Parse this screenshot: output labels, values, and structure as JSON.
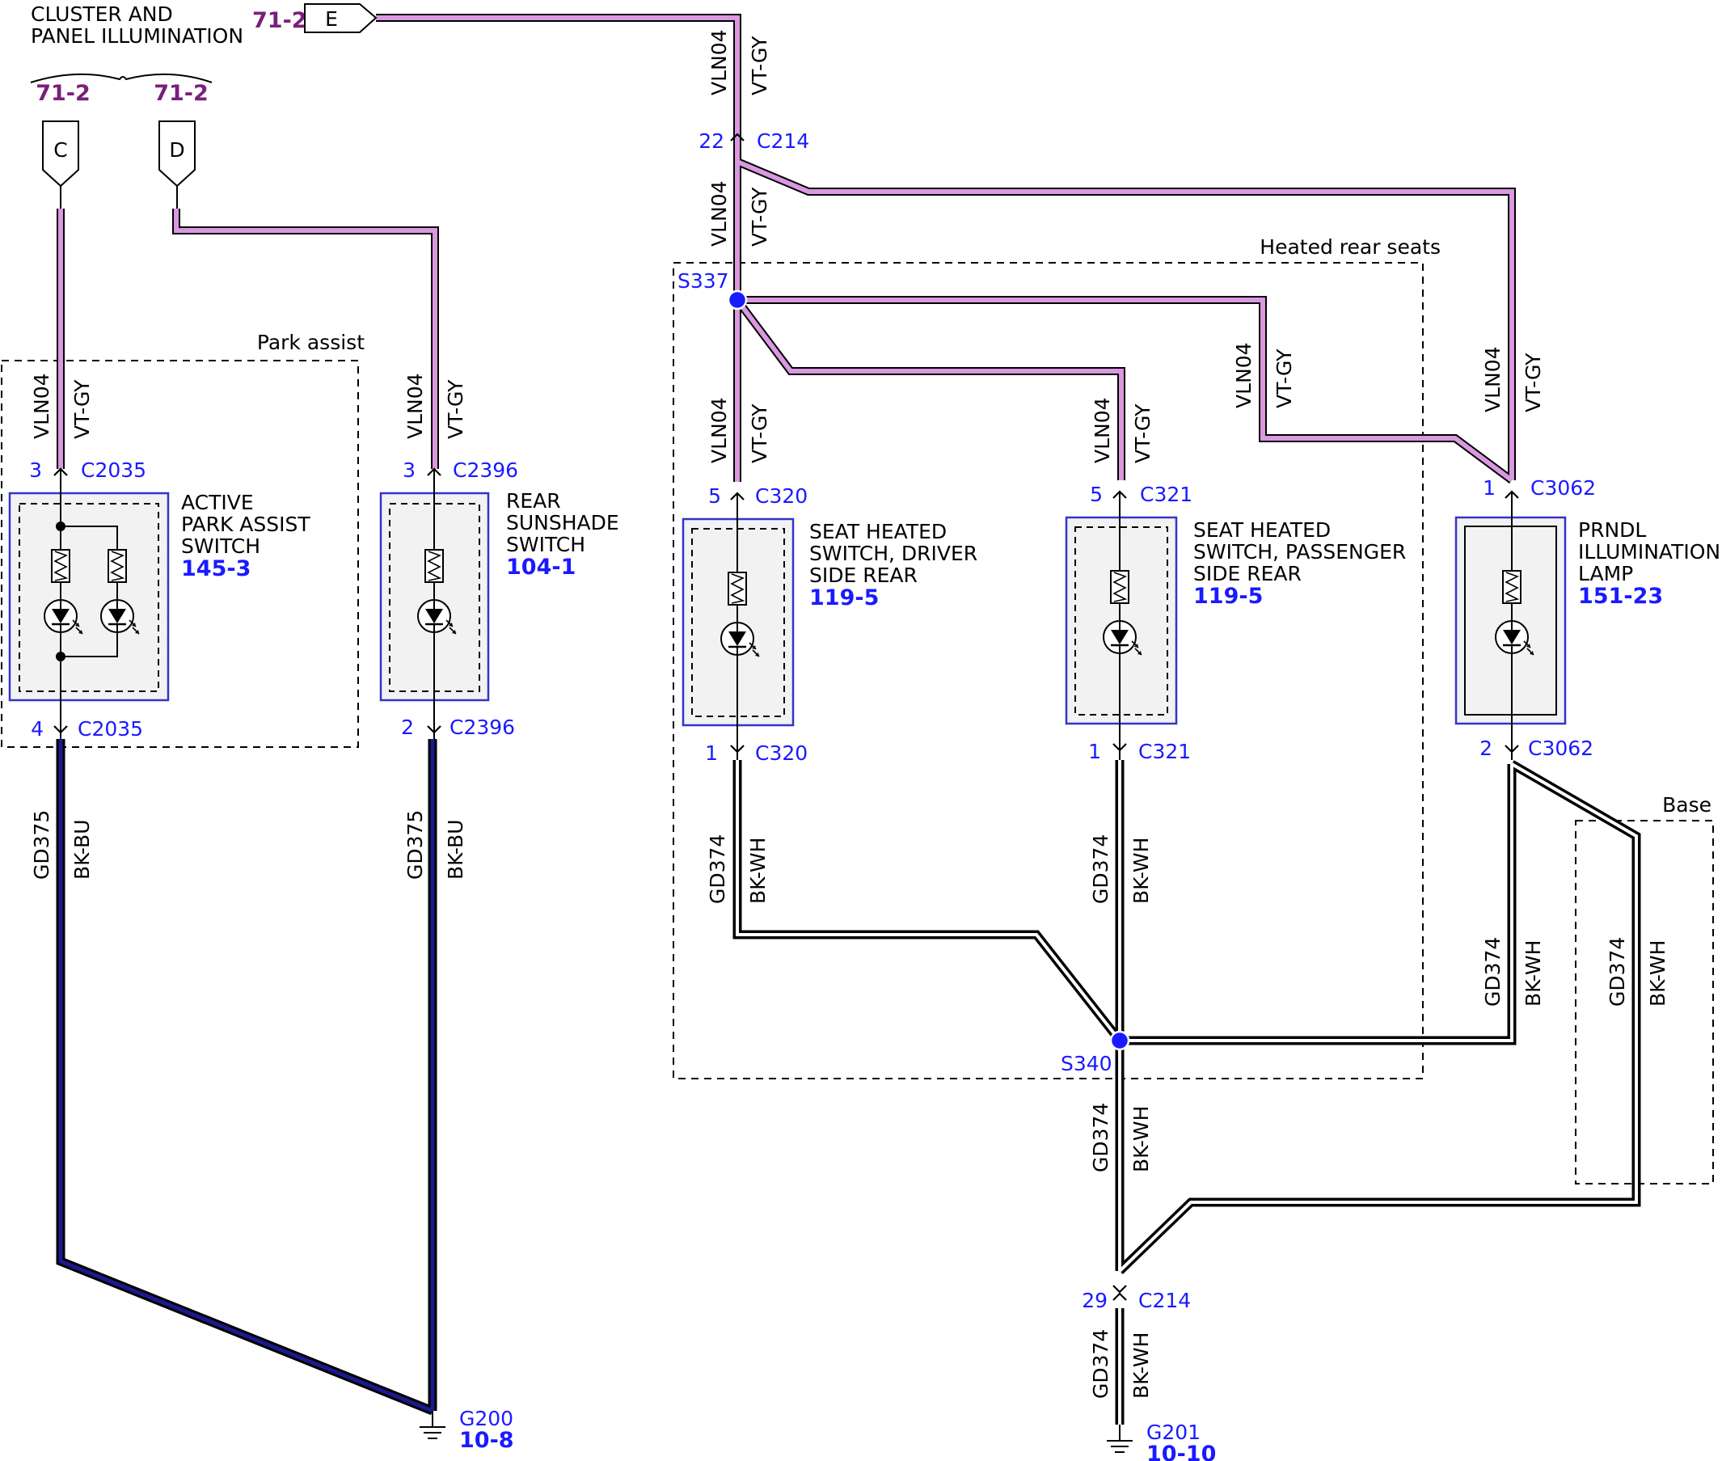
{
  "colors": {
    "vt_gy_wire": "#d998e0",
    "bk_bu_wire": "#1a1a8c",
    "bk_wh_wire": "#ffffff",
    "component_border": "#3333cc",
    "splice": "#1a1aff",
    "page_ref": "#7a1f7a",
    "connector_text": "#1a1aff"
  },
  "source": {
    "title_line1": "CLUSTER AND",
    "title_line2": "PANEL ILLUMINATION",
    "ref_e": "71-2",
    "ref_c": "71-2",
    "ref_d": "71-2",
    "pin_e": "E",
    "pin_c": "C",
    "pin_d": "D"
  },
  "groups": {
    "park_assist": "Park assist",
    "heated_rear_seats": "Heated rear seats",
    "base": "Base"
  },
  "wires": {
    "vln04": "VLN04",
    "vt_gy": "VT-GY",
    "gd375": "GD375",
    "bk_bu": "BK-BU",
    "gd374": "GD374",
    "bk_wh": "BK-WH"
  },
  "connectors": {
    "c214_top_pin": "22",
    "c214_top": "C214",
    "c214_bottom_pin": "29",
    "c214_bottom": "C214",
    "c2035_in_pin": "3",
    "c2035_in": "C2035",
    "c2035_out_pin": "4",
    "c2035_out": "C2035",
    "c2396_in_pin": "3",
    "c2396_in": "C2396",
    "c2396_out_pin": "2",
    "c2396_out": "C2396",
    "c320_in_pin": "5",
    "c320_in": "C320",
    "c320_out_pin": "1",
    "c320_out": "C320",
    "c321_in_pin": "5",
    "c321_in": "C321",
    "c321_out_pin": "1",
    "c321_out": "C321",
    "c3062_in_pin": "1",
    "c3062_in": "C3062",
    "c3062_out_pin": "2",
    "c3062_out": "C3062"
  },
  "splices": {
    "s337": "S337",
    "s340": "S340"
  },
  "components": {
    "park_assist_switch": {
      "line1": "ACTIVE",
      "line2": "PARK ASSIST",
      "line3": "SWITCH",
      "ref": "145-3"
    },
    "sunshade_switch": {
      "line1": "REAR",
      "line2": "SUNSHADE",
      "line3": "SWITCH",
      "ref": "104-1"
    },
    "seat_driver": {
      "line1": "SEAT HEATED",
      "line2": "SWITCH, DRIVER",
      "line3": "SIDE REAR",
      "ref": "119-5"
    },
    "seat_passenger": {
      "line1": "SEAT HEATED",
      "line2": "SWITCH, PASSENGER",
      "line3": "SIDE REAR",
      "ref": "119-5"
    },
    "prndl_lamp": {
      "line1": "PRNDL",
      "line2": "ILLUMINATION",
      "line3": "LAMP",
      "ref": "151-23"
    }
  },
  "grounds": {
    "g200": "G200",
    "g200_ref": "10-8",
    "g201": "G201",
    "g201_ref": "10-10"
  }
}
